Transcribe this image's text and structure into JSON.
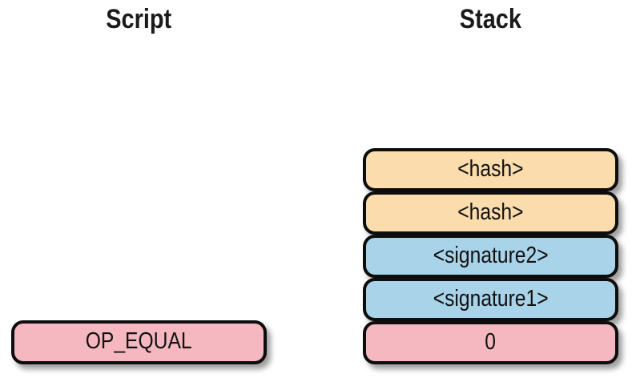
{
  "diagram": {
    "script_column": {
      "title": "Script",
      "items": [
        {
          "label": "OP_EQUAL",
          "fill": "#f5b8c1"
        }
      ]
    },
    "stack_column": {
      "title": "Stack",
      "items": [
        {
          "label": "<hash>",
          "fill": "#fbdcad"
        },
        {
          "label": "<hash>",
          "fill": "#fbdcad"
        },
        {
          "label": "<signature2>",
          "fill": "#a9d3e8"
        },
        {
          "label": "<signature1>",
          "fill": "#a9d3e8"
        },
        {
          "label": "0",
          "fill": "#f5b8c1"
        }
      ]
    },
    "colors": {
      "peach": "#fbdcad",
      "blue": "#a9d3e8",
      "pink": "#f5b8c1",
      "border": "#0d0d0d",
      "background": "#ffffff"
    }
  }
}
